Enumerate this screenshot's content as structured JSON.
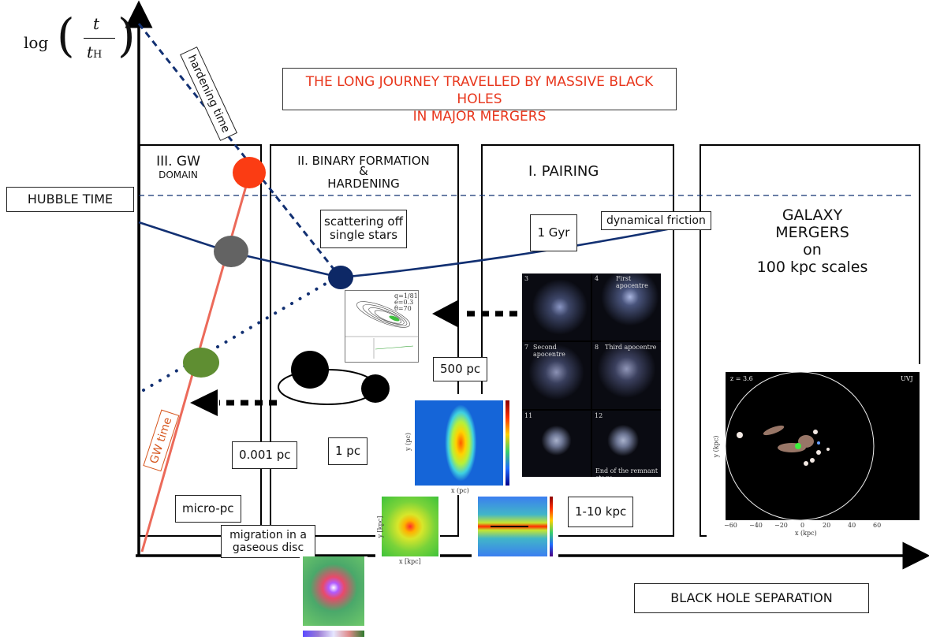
{
  "y_axis_label": {
    "log": "log",
    "num": "t",
    "den": "t",
    "sub": "H"
  },
  "x_axis_label": "BLACK HOLE SEPARATION",
  "title": {
    "line1": "THE LONG JOURNEY TRAVELLED BY MASSIVE BLACK HOLES",
    "line2": "IN MAJOR MERGERS"
  },
  "hardening_time": "hardening time",
  "gw_time": "GW time",
  "hubble_time": "HUBBLE  TIME",
  "columns": {
    "gw": {
      "line1": "III. GW",
      "line2": "DOMAIN"
    },
    "binary": {
      "line1": "II. BINARY FORMATION",
      "line2": "&",
      "line3": "HARDENING"
    },
    "pairing": {
      "line1": "I. PAIRING"
    },
    "galaxy": {
      "line1": "GALAXY",
      "line2": "MERGERS",
      "line3": "on",
      "line4": "100 kpc scales"
    }
  },
  "labels": {
    "scattering": "scattering off single stars",
    "one_gyr": "1 Gyr",
    "dyn_friction": "dynamical friction",
    "pc500": "500 pc",
    "pc0001": "0.001 pc",
    "pc1": "1 pc",
    "micro_pc": "micro-pc",
    "kpc": "1-10 kpc",
    "migration": "migration in a gaseous disc"
  },
  "panels": {
    "orbit_legend": {
      "l1": "q=1/81",
      "l2": "e=0.3",
      "l3": "θ=70"
    },
    "merger_frames": [
      {
        "num": "3",
        "caption": ""
      },
      {
        "num": "4",
        "caption": "First apocentre"
      },
      {
        "num": "7",
        "caption": "Second apocentre"
      },
      {
        "num": "8",
        "caption": "Third apocentre"
      },
      {
        "num": "11",
        "caption": ""
      },
      {
        "num": "12",
        "caption": "End of the remnant stage"
      }
    ],
    "sim_z": "z = 3.6",
    "sim_tag": "UVJ",
    "sim_xlabel": "x (kpc)",
    "sim_ylabel": "y (kpc)",
    "sim_ticks": [
      "−60",
      "−40",
      "−20",
      "0",
      "20",
      "40",
      "60"
    ],
    "density_xlabel": "x (pc)",
    "density_ylabel": "y (pc)",
    "disc_xlabel": "x [kpc]",
    "disc_ylabel": "y [kpc]"
  },
  "colors": {
    "title_red": "#e8361c",
    "navy": "#123072",
    "gw_line": "#ec6a5a",
    "red_circle": "#fb3c13",
    "grey_circle": "#636363",
    "navy_circle": "#0d2866",
    "green_circle": "#5f8e32"
  }
}
